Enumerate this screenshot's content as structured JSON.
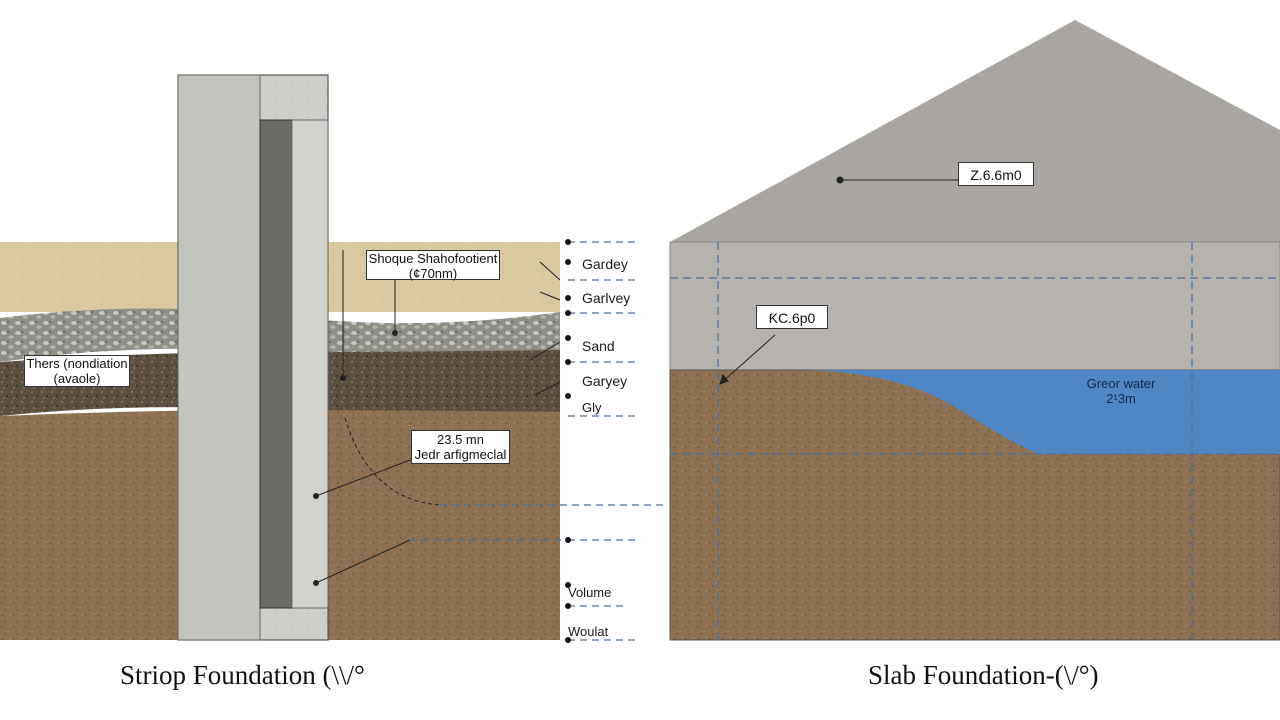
{
  "left": {
    "callout_top": {
      "line1": "Shoque Shahofootient",
      "line2": "(¢70nm)"
    },
    "callout_left": {
      "line1": "Thers (nondiation",
      "line2": "(avaole)"
    },
    "callout_mid": {
      "line1": "23.5 mn",
      "line2": "Jedr arfigmeclal"
    },
    "layers": {
      "l1": "Gardey",
      "l2": "Garlvey",
      "l3": "Sand",
      "l4": "Garyey",
      "l5": "Gly",
      "l6": "Volume",
      "l7": "Woulat"
    },
    "caption": "Striop Foundation (\\\\/°"
  },
  "right": {
    "roof_label": "Z.6.6m0",
    "slab_label": "ƘC.6p0",
    "water": {
      "line1": "Greor water",
      "line2": "2¹3m"
    },
    "caption": "Slab Foundation-(\\/°)"
  },
  "colors": {
    "sand_top": "#d9c8a0",
    "gravel": "#9a9a94",
    "dark_soil": "#5c4f3f",
    "brown_soil": "#8d7152",
    "concrete": "#c9c9c4",
    "concrete_dark": "#6a6a66",
    "roof": "#a9a6a1",
    "slab": "#b6b3ae",
    "water": "#4f86c6",
    "dash": "#4a6f9a"
  }
}
